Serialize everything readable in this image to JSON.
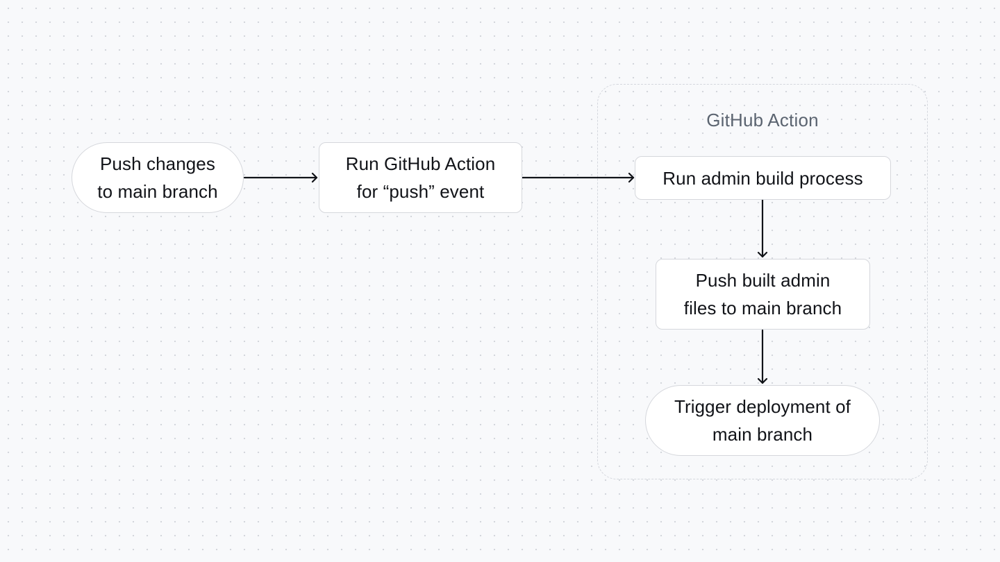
{
  "diagram": {
    "group": {
      "label": "GitHub Action"
    },
    "nodes": {
      "push_changes": {
        "label": "Push changes\nto main branch",
        "shape": "pill"
      },
      "run_action": {
        "label": "Run GitHub Action\nfor “push” event",
        "shape": "rounded-rect"
      },
      "admin_build": {
        "label": "Run admin build process",
        "shape": "rounded-rect"
      },
      "push_built": {
        "label": "Push built admin\nfiles to main branch",
        "shape": "rounded-rect"
      },
      "trigger_deploy": {
        "label": "Trigger deployment of\nmain branch",
        "shape": "pill"
      }
    },
    "edges": [
      {
        "from": "push_changes",
        "to": "run_action"
      },
      {
        "from": "run_action",
        "to": "admin_build"
      },
      {
        "from": "admin_build",
        "to": "push_built"
      },
      {
        "from": "push_built",
        "to": "trigger_deploy"
      }
    ],
    "colors": {
      "background": "#f8f9fb",
      "node_fill": "#ffffff",
      "node_border": "#d5d7dc",
      "edge": "#111318",
      "group_border": "#d4d7dd",
      "group_label": "#5b6470"
    }
  }
}
